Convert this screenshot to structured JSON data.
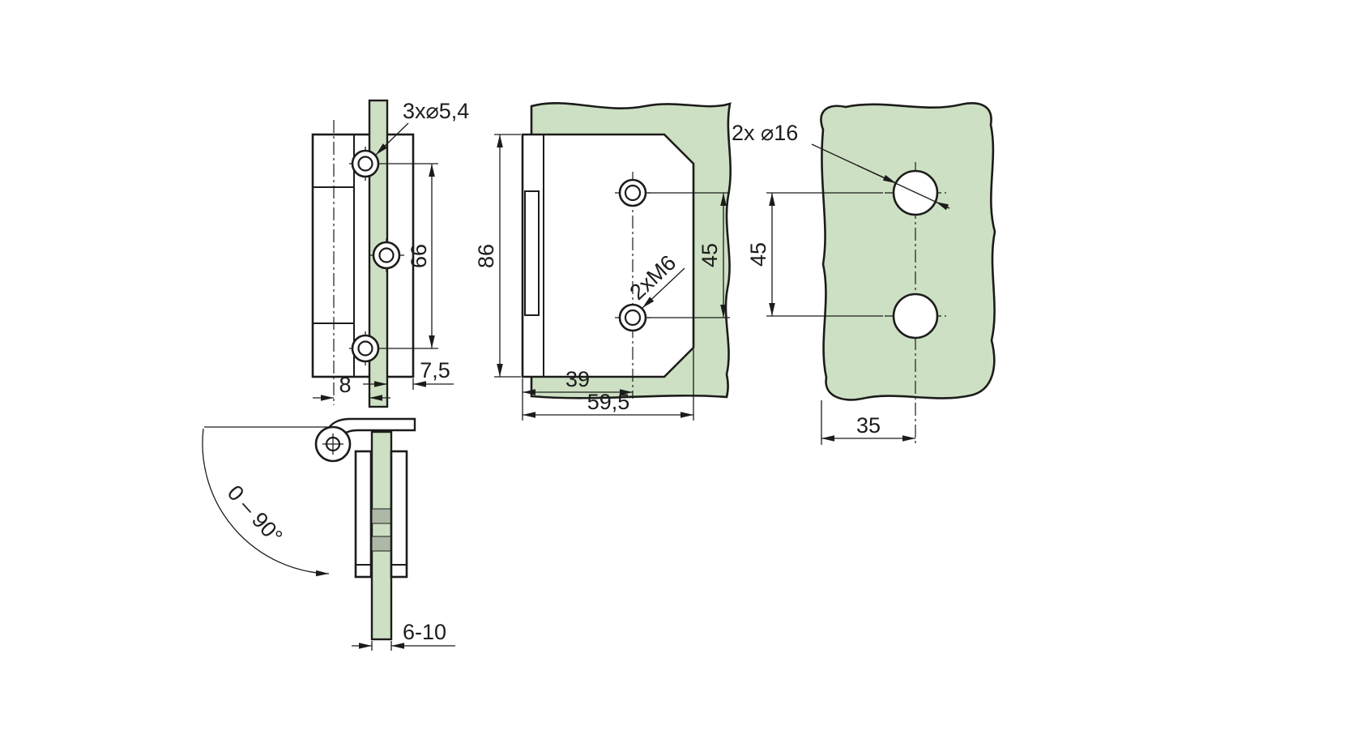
{
  "colors": {
    "line": "#1c1c1a",
    "panel-green": "#cde0c3",
    "band-gray": "#aeb8a6",
    "white": "#ffffff"
  },
  "views": {
    "side_view": {
      "hole_callout": "3x⌀5,4",
      "dim_hole_spacing": "66",
      "dim_axis_offset": "8",
      "dim_edge_offset": "7,5"
    },
    "front_view": {
      "dim_height": "86",
      "dim_hole_spacing": "45",
      "thread_callout": "2xM6",
      "dim_hole_from_edge": "39",
      "dim_width": "59,5"
    },
    "panel_view": {
      "hole_callout": "2x ⌀16",
      "dim_hole_spacing": "45",
      "dim_edge_distance": "35"
    },
    "fold_view": {
      "angle_range": "0 – 90°",
      "dim_glass_thickness": "6-10"
    }
  }
}
